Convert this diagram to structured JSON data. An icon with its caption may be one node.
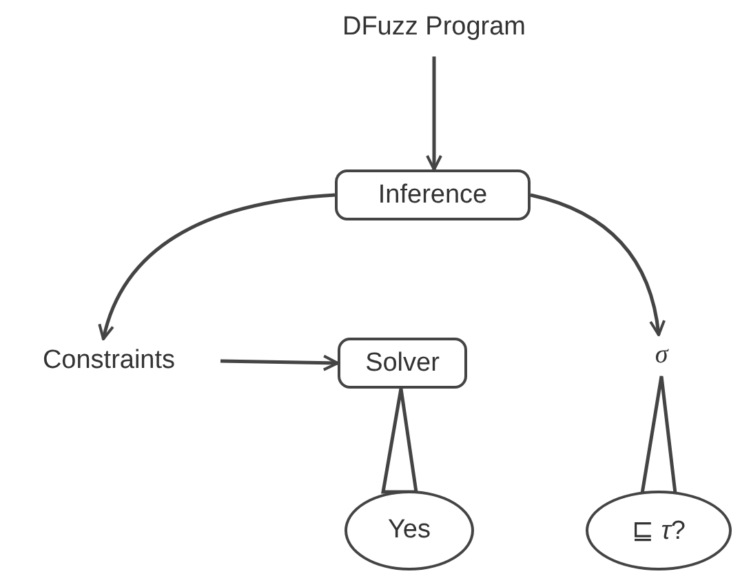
{
  "diagram": {
    "nodes": [
      {
        "text": [
          "DFuzz Program"
        ]
      },
      {
        "text": [
          "Inference"
        ]
      },
      {
        "text": [
          "Constraints"
        ]
      },
      {
        "text": [
          "Solver"
        ]
      },
      {
        "text": [
          "σ"
        ]
      },
      {
        "text": [
          "Yes"
        ]
      },
      {
        "text": [
          "⊑ *τ*?"
        ]
      }
    ],
    "edges": [
      {
        "from": 0,
        "to": 1,
        "arrow": "to"
      },
      {
        "from": 1,
        "to": 2,
        "arrow": "to"
      },
      {
        "from": 1,
        "to": 4,
        "arrow": "to"
      },
      {
        "from": 2,
        "to": 3,
        "arrow": "to"
      },
      {
        "from": 3,
        "to": 5,
        "arrow": "none"
      },
      {
        "from": 4,
        "to": 6,
        "arrow": "none"
      }
    ]
  }
}
